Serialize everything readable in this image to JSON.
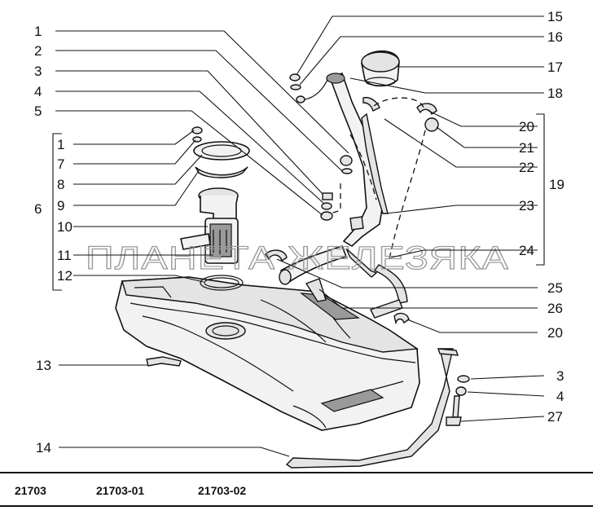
{
  "watermark": "ПЛАНЕТА ЖЕЛЕЗЯКА",
  "callouts_left": [
    "1",
    "2",
    "3",
    "4",
    "5",
    "1",
    "7",
    "8",
    "9",
    "6",
    "10",
    "11",
    "12",
    "13",
    "14"
  ],
  "callouts_right": [
    "15",
    "16",
    "17",
    "18",
    "20",
    "21",
    "22",
    "19",
    "23",
    "24",
    "25",
    "26",
    "20",
    "3",
    "4",
    "27"
  ],
  "variants": [
    "21703",
    "21703-01",
    "21703-02"
  ]
}
